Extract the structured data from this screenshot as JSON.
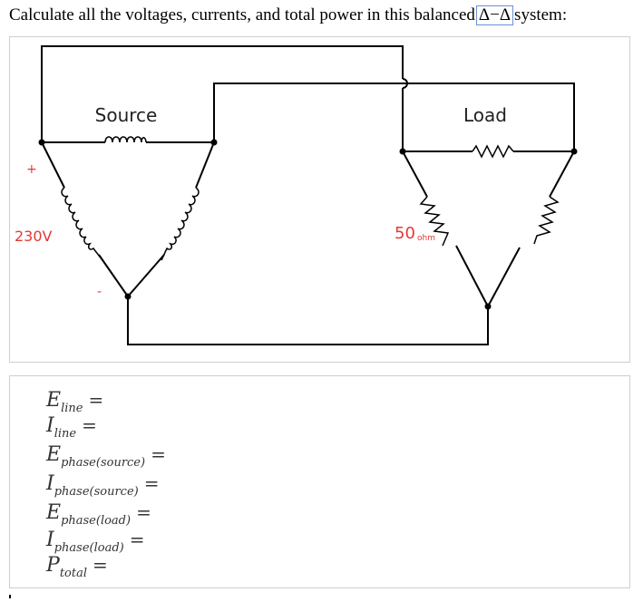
{
  "question": {
    "prefix": "Calculate all the voltages, currents, and total power in this balanced",
    "delta_symbol": "Δ−Δ",
    "suffix": "system:"
  },
  "circuit": {
    "source_label": "Source",
    "load_label": "Load",
    "plus_label": "+",
    "minus_label": "-",
    "voltage_label": "230V",
    "resistance_value": "50",
    "resistance_unit": "ohm",
    "label_color": "#e53935",
    "wire_color": "#000000"
  },
  "equations": [
    {
      "symbol": "E",
      "subscript": "line",
      "sign": "="
    },
    {
      "symbol": "I",
      "subscript": "line",
      "sign": "="
    },
    {
      "symbol": "E",
      "subscript": "phase(source)",
      "sign": "="
    },
    {
      "symbol": "I",
      "subscript": "phase(source)",
      "sign": "="
    },
    {
      "symbol": "E",
      "subscript": "phase(load)",
      "sign": "="
    },
    {
      "symbol": "I",
      "subscript": "phase(load)",
      "sign": "="
    },
    {
      "symbol": "P",
      "subscript": "total",
      "sign": "="
    }
  ]
}
